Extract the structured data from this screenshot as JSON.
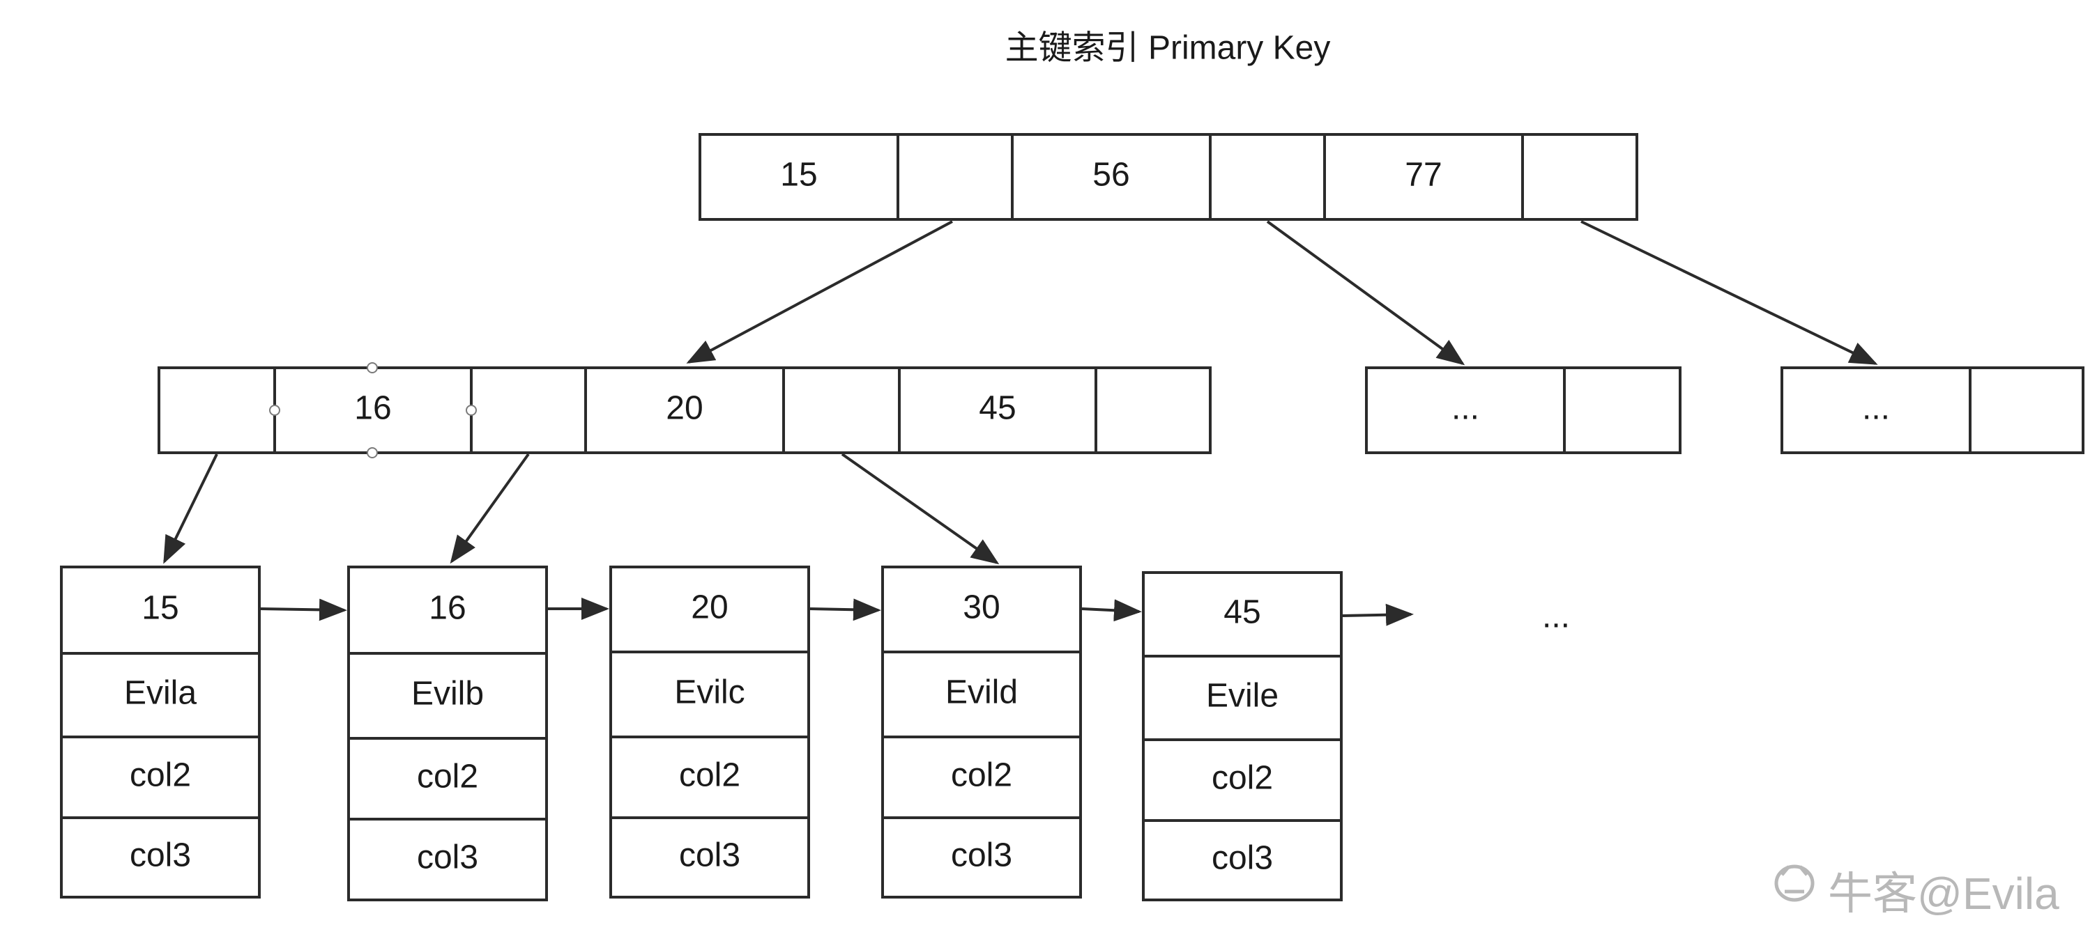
{
  "diagram": {
    "title": "主键索引 Primary Key",
    "root_node": {
      "cells": [
        "15",
        "",
        "56",
        "",
        "77",
        ""
      ]
    },
    "internal_nodes": [
      {
        "cells": [
          "",
          "16",
          "",
          "20",
          "",
          "45",
          ""
        ]
      },
      {
        "cells": [
          "...",
          ""
        ]
      },
      {
        "cells": [
          "...",
          ""
        ]
      }
    ],
    "leaf_nodes": [
      {
        "rows": [
          "15",
          "Evila",
          "col2",
          "col3"
        ]
      },
      {
        "rows": [
          "16",
          "Evilb",
          "col2",
          "col3"
        ]
      },
      {
        "rows": [
          "20",
          "Evilc",
          "col2",
          "col3"
        ]
      },
      {
        "rows": [
          "30",
          "Evild",
          "col2",
          "col3"
        ]
      },
      {
        "rows": [
          "45",
          "Evile",
          "col2",
          "col3"
        ]
      }
    ],
    "leaf_continuation": "...",
    "watermark": "牛客@Evila"
  }
}
